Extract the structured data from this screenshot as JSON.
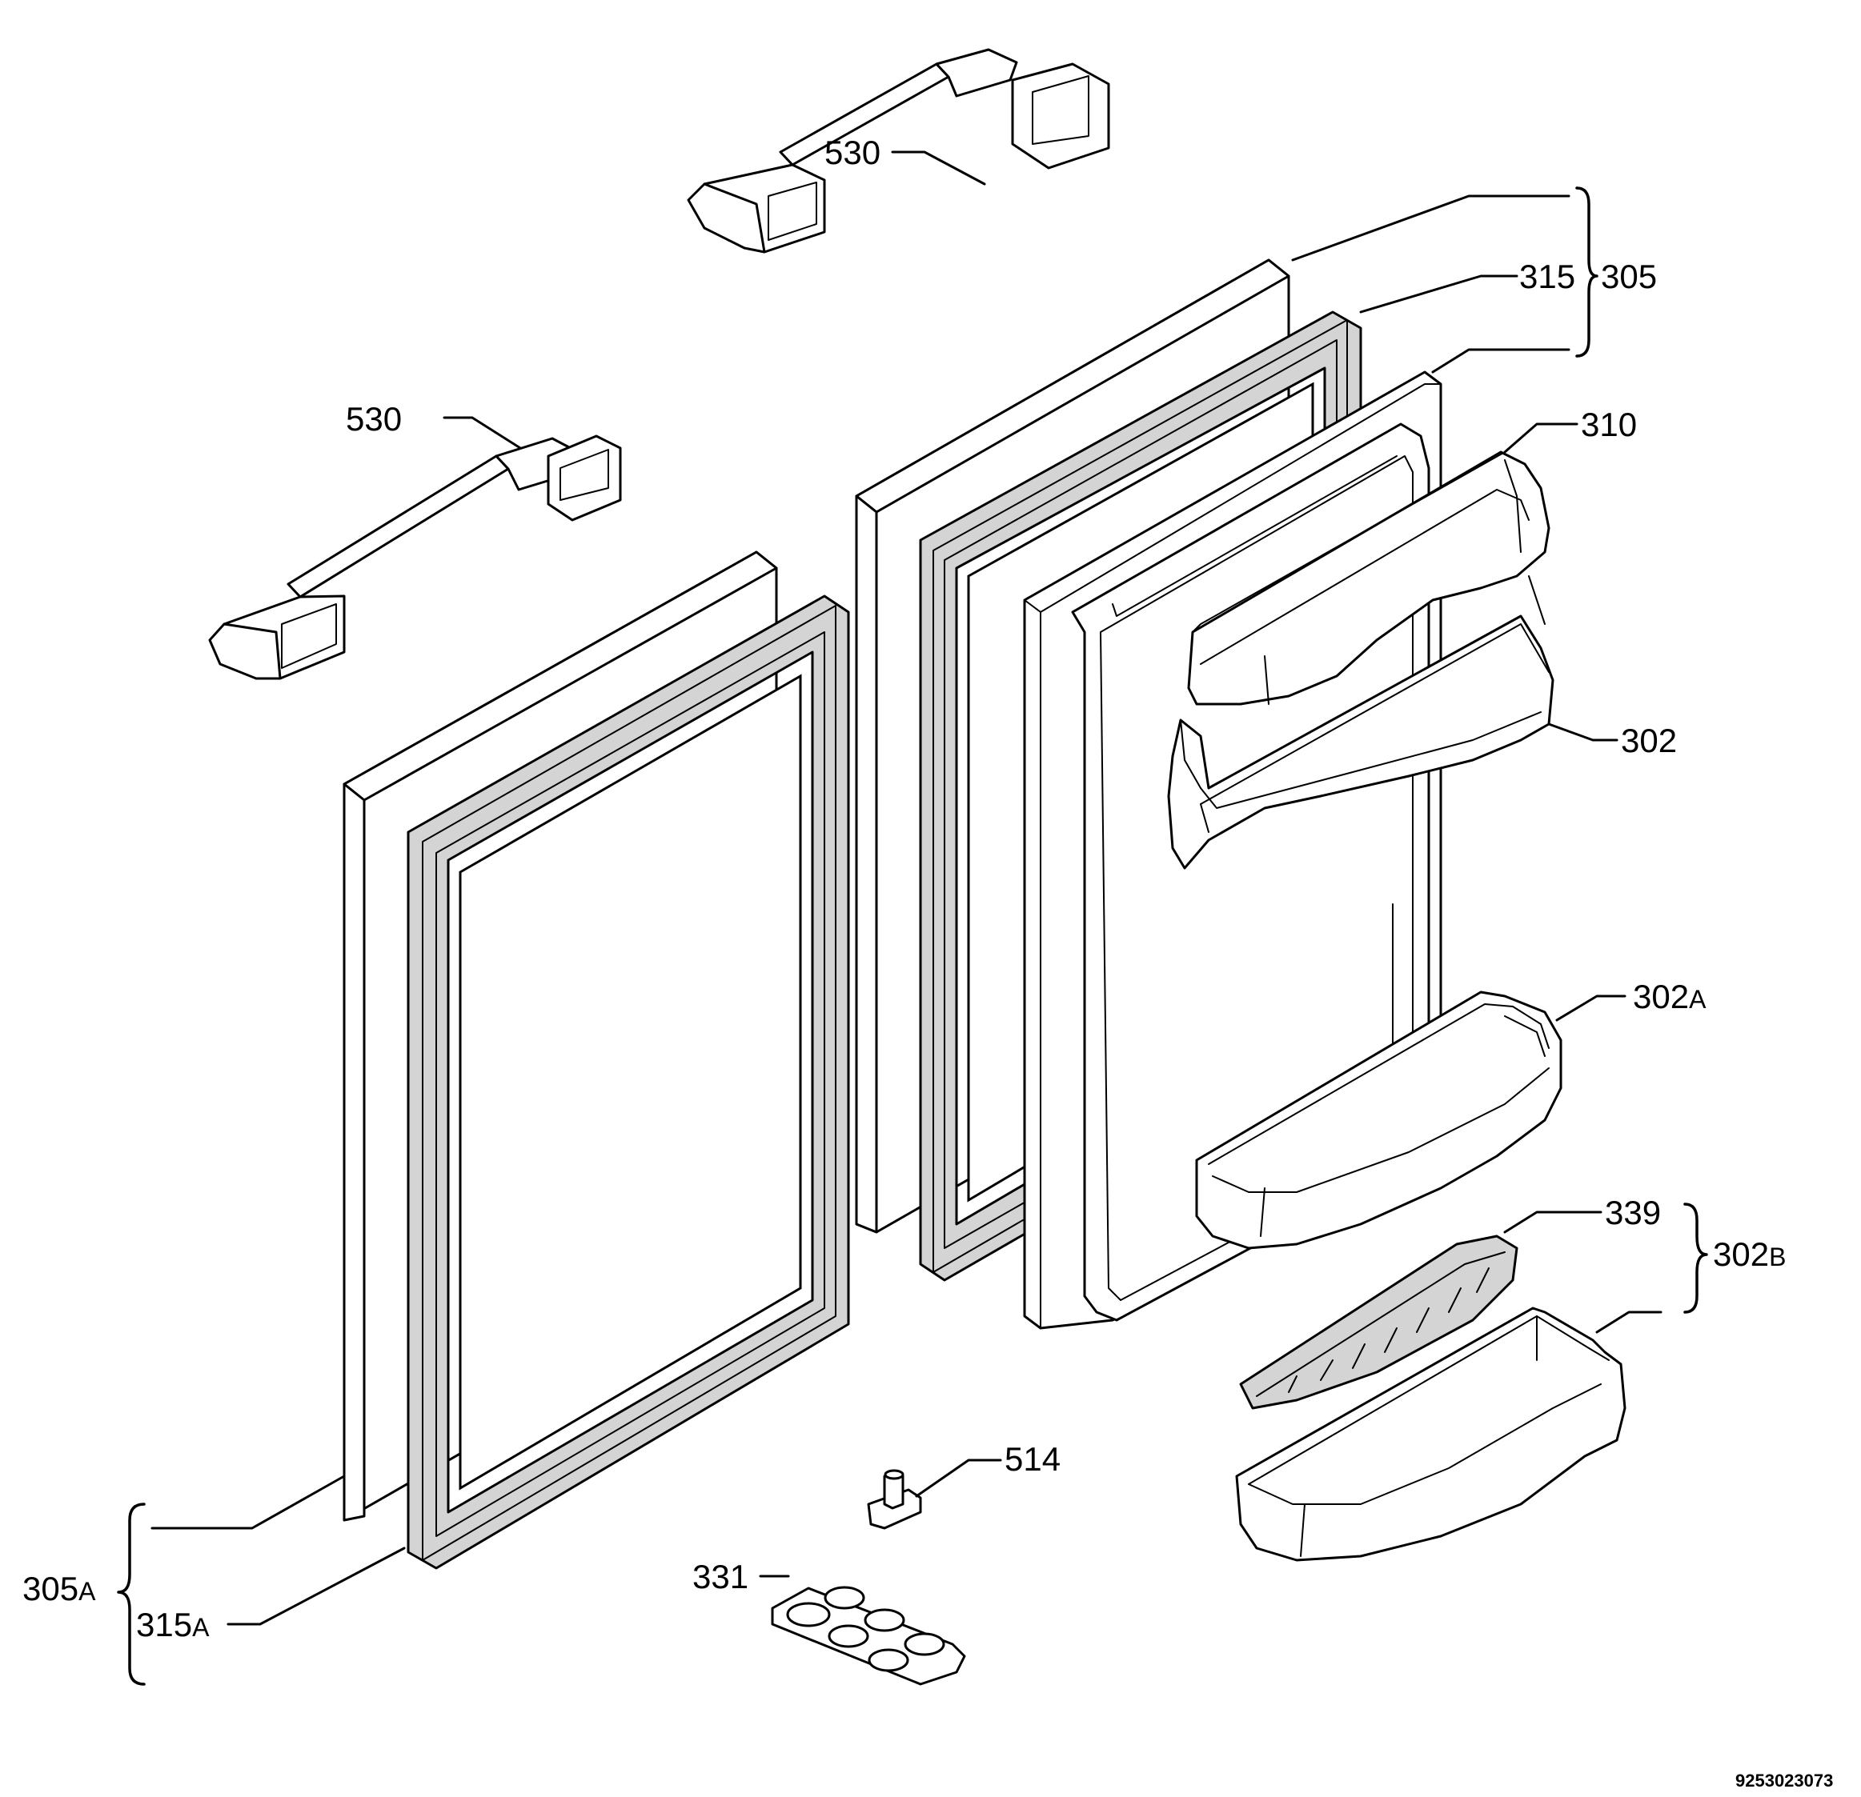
{
  "labels": {
    "handle_top": "530",
    "handle_left": "530",
    "gasket_right": "315",
    "door_assembly_right": "305",
    "handle_strip": "310",
    "shelf_upper": "302",
    "shelf_middle_num": "302",
    "shelf_middle_suffix": "A",
    "egg_rack": "339",
    "shelf_lower_group_num": "302",
    "shelf_lower_group_suffix": "B",
    "hinge_pin": "514",
    "egg_tray": "331",
    "door_assembly_left_num": "305",
    "door_assembly_left_suffix": "A",
    "gasket_left_num": "315",
    "gasket_left_suffix": "A"
  },
  "diagram_code": "9253023073"
}
